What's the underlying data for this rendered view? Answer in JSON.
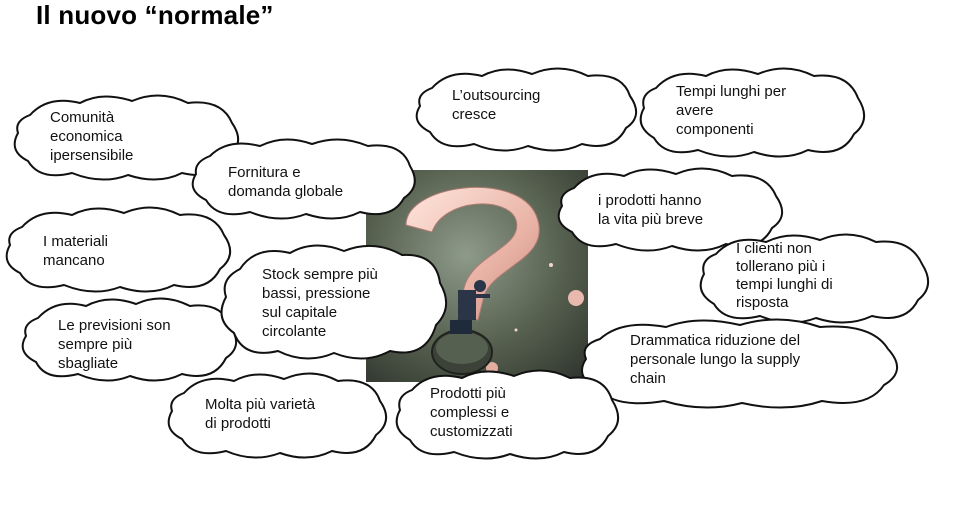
{
  "slide": {
    "title": "Il nuovo “normale”"
  },
  "clouds": [
    {
      "id": "comunita",
      "text": "Comunità\neconomica\nipersensibile"
    },
    {
      "id": "fornitura",
      "text": "Fornitura e\ndomanda globale"
    },
    {
      "id": "materiali",
      "text": "I materiali\nmancano"
    },
    {
      "id": "previsioni",
      "text": "Le previsioni son\nsempre più\nsbagliate"
    },
    {
      "id": "varieta",
      "text": "Molta più varietà\ndi prodotti"
    },
    {
      "id": "stock",
      "text": "Stock sempre più\nbassi, pressione\nsul capitale\ncircolante"
    },
    {
      "id": "outsourcing",
      "text": "L’outsourcing\ncresce"
    },
    {
      "id": "tempi",
      "text": "Tempi lunghi per\navere\ncomponenti"
    },
    {
      "id": "vita",
      "text": "i prodotti hanno\nla vita più breve"
    },
    {
      "id": "clienti",
      "text": "I clienti non\ntollerano più i\ntempi lunghi di\nrisposta"
    },
    {
      "id": "personale",
      "text": "Drammatica riduzione del\npersonale lungo la supply\nchain"
    },
    {
      "id": "complessi",
      "text": "Prodotti più\ncomplessi e\ncustomizzati"
    }
  ],
  "image": {
    "icon": "question-mark-illustration",
    "colors": {
      "background": "#4f5a4e",
      "question_mark": "#f0c8bd",
      "figure": "#1f2a3a"
    }
  }
}
